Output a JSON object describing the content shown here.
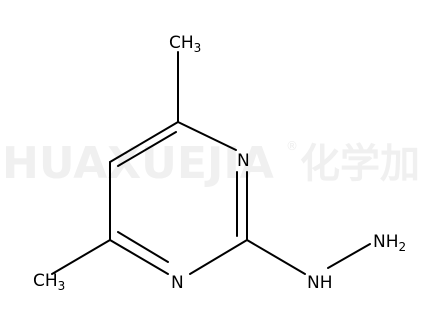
{
  "watermark": {
    "latin": "HUAXUEJIA",
    "registered": "®",
    "chinese": "化学加"
  },
  "atoms": {
    "ch3_top": {
      "main": "CH",
      "sub": "3"
    },
    "n_ring_right": {
      "main": "N"
    },
    "n_ring_bottom": {
      "main": "N"
    },
    "ch3_left": {
      "main": "CH",
      "sub": "3"
    },
    "nh": {
      "main": "NH"
    },
    "nh2": {
      "main": "NH",
      "sub": "2"
    }
  },
  "colors": {
    "bond": "#000000",
    "watermark": "#f0f0f0",
    "background": "#ffffff"
  }
}
